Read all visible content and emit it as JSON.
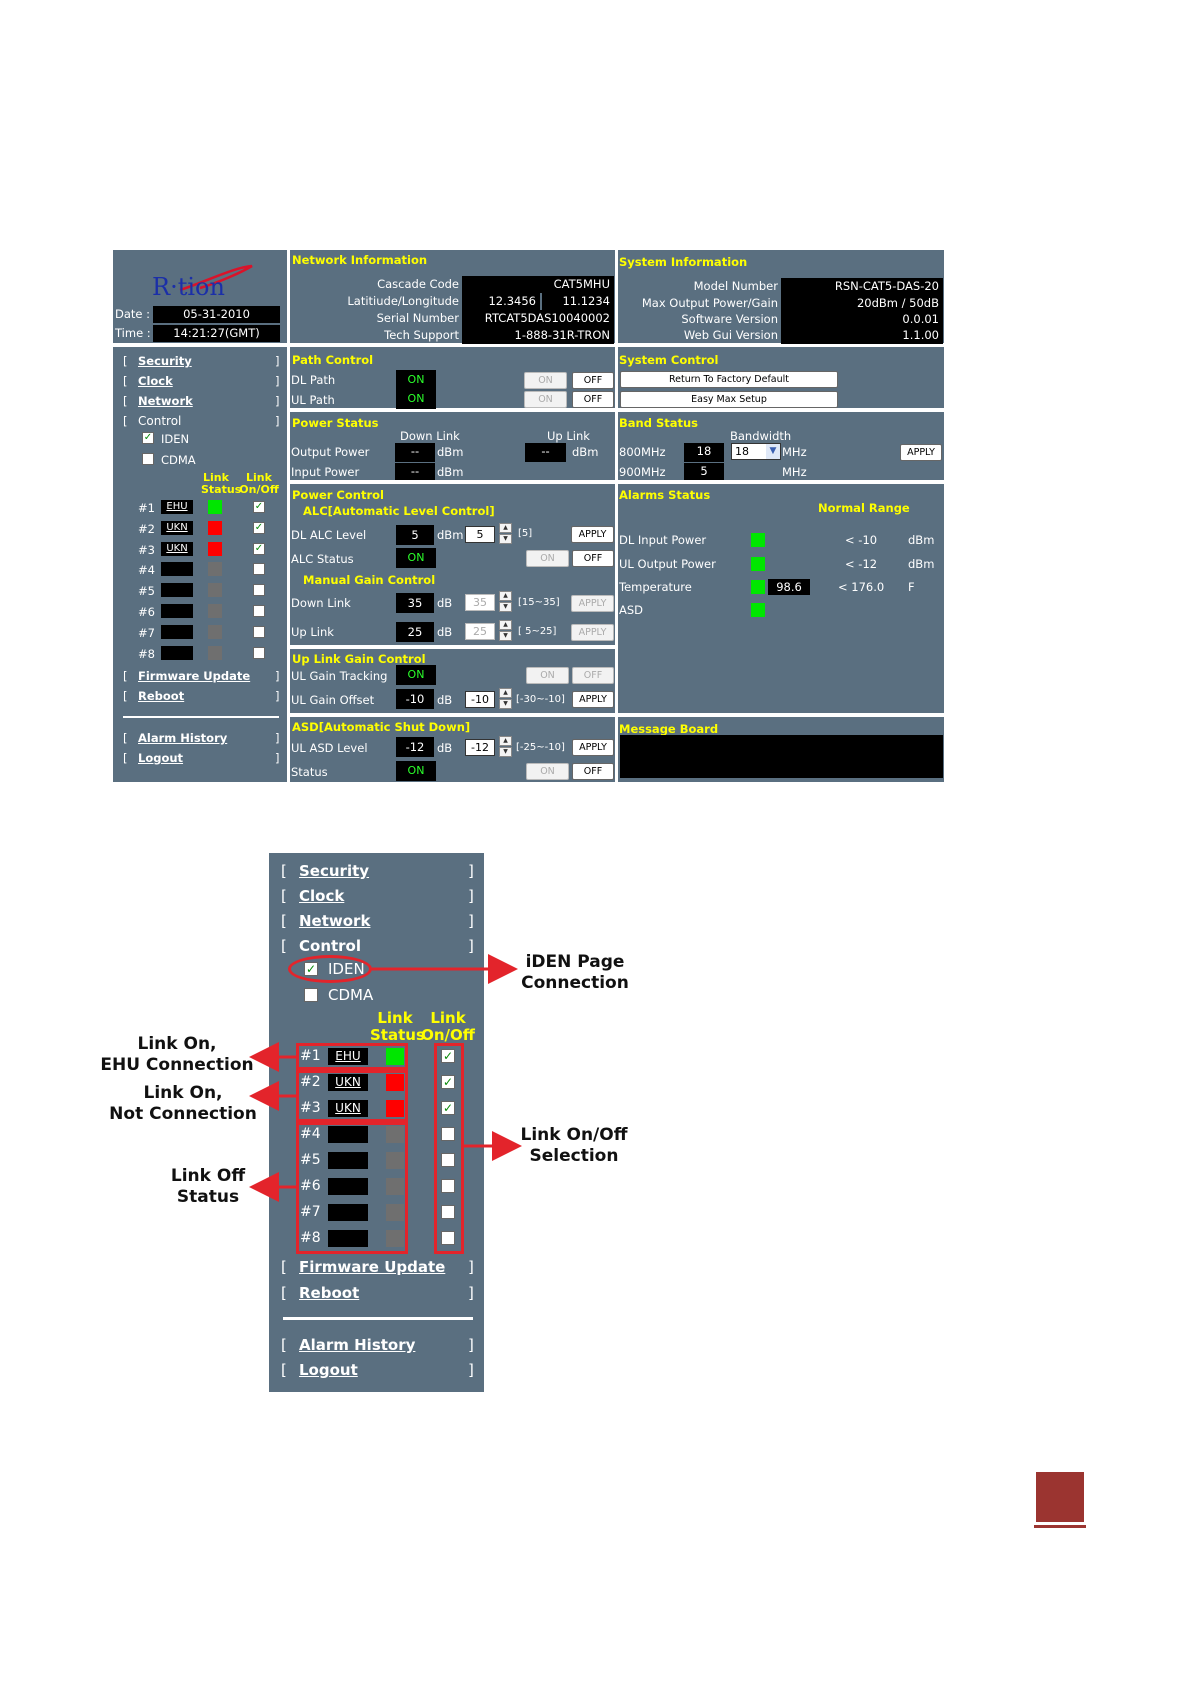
{
  "brand": {
    "logo_text": "R·tion"
  },
  "clock": {
    "date_label": "Date :",
    "date": "05-31-2010",
    "time_label": "Time :",
    "time": "14:21:27(GMT)"
  },
  "network_info": {
    "title": "Network Information",
    "cascade_label": "Cascade Code",
    "cascade": "CAT5MHU",
    "latlon_label": "Latitiude/Longitude",
    "lat": "12.3456",
    "lon": "11.1234",
    "serial_label": "Serial Number",
    "serial": "RTCAT5DAS10040002",
    "support_label": "Tech Support",
    "support": "1-888-31R-TRON"
  },
  "system_info": {
    "title": "System Information",
    "model_label": "Model Number",
    "model": "RSN-CAT5-DAS-20",
    "maxout_label": "Max Output Power/Gain",
    "maxout": "20dBm / 50dB",
    "sw_label": "Software Version",
    "sw": "0.0.01",
    "gui_label": "Web Gui Version",
    "gui": "1.1.00"
  },
  "sidebar": {
    "security": "Security",
    "clock": "Clock",
    "network": "Network",
    "control": "Control",
    "iden": "IDEN",
    "cdma": "CDMA",
    "link_status_1": "Link",
    "link_status_2": "Status",
    "link_onoff_1": "Link",
    "link_onoff_2": "On/Off",
    "links": [
      {
        "num": "#1",
        "name": "EHU",
        "status_color": "#00e600",
        "checked": true
      },
      {
        "num": "#2",
        "name": "UKN",
        "status_color": "#ff0000",
        "checked": true
      },
      {
        "num": "#3",
        "name": "UKN",
        "status_color": "#ff0000",
        "checked": true
      },
      {
        "num": "#4",
        "name": "",
        "status_color": "#6f6f6f",
        "checked": false
      },
      {
        "num": "#5",
        "name": "",
        "status_color": "#6f6f6f",
        "checked": false
      },
      {
        "num": "#6",
        "name": "",
        "status_color": "#6f6f6f",
        "checked": false
      },
      {
        "num": "#7",
        "name": "",
        "status_color": "#6f6f6f",
        "checked": false
      },
      {
        "num": "#8",
        "name": "",
        "status_color": "#6f6f6f",
        "checked": false
      }
    ],
    "firmware": "Firmware Update",
    "reboot": "Reboot",
    "alarm_history": "Alarm History",
    "logout": "Logout",
    "bracket_open": "[",
    "bracket_close": "]"
  },
  "path_control": {
    "title": "Path Control",
    "dl": "DL Path",
    "ul": "UL Path",
    "on": "ON",
    "off": "OFF"
  },
  "system_control": {
    "title": "System Control",
    "factory": "Return To Factory Default",
    "easy": "Easy Max Setup"
  },
  "power_status": {
    "title": "Power Status",
    "down": "Down Link",
    "up": "Up Link",
    "output": "Output Power",
    "input": "Input Power",
    "dash": "--",
    "unit": "dBm"
  },
  "band_status": {
    "title": "Band Status",
    "bandwidth": "Bandwidth",
    "b800": "800MHz",
    "b900": "900MHz",
    "v800": "18",
    "v900": "5",
    "select": "18",
    "unit": "MHz",
    "apply": "APPLY"
  },
  "power_control": {
    "title": "Power Control",
    "alc_title": "ALC[Automatic Level Control]",
    "dl_alc": "DL ALC Level",
    "dl_alc_val": "5",
    "dbm": "dBm",
    "dl_alc_input": "5",
    "dl_alc_range": "[5]",
    "alc_status": "ALC Status",
    "mgc_title": "Manual Gain Control",
    "down": "Down Link",
    "down_val": "35",
    "db": "dB",
    "down_input": "35",
    "down_range": "[15~35]",
    "up": "Up Link",
    "up_val": "25",
    "up_input": "25",
    "up_range": "[ 5~25]",
    "apply": "APPLY",
    "on": "ON",
    "off": "OFF"
  },
  "alarms": {
    "title": "Alarms Status",
    "normal": "Normal Range",
    "dl_input": "DL Input Power",
    "dl_range": "< -10",
    "ul_output": "UL Output Power",
    "ul_range": "< -12",
    "temp": "Temperature",
    "temp_val": "98.6",
    "temp_range": "< 176.0",
    "temp_unit": "F",
    "asd": "ASD",
    "dbm": "dBm",
    "ok_color": "#00e600"
  },
  "ul_gain": {
    "title": "Up Link Gain Control",
    "tracking": "UL Gain Tracking",
    "offset": "UL Gain Offset",
    "offset_val": "-10",
    "db": "dB",
    "offset_input": "-10",
    "range": "[-30~-10]",
    "apply": "APPLY",
    "on": "ON",
    "off": "OFF"
  },
  "asd": {
    "title": "ASD[Automatic Shut Down]",
    "level": "UL ASD Level",
    "level_val": "-12",
    "db": "dB",
    "level_input": "-12",
    "range": "[-25~-10]",
    "status": "Status",
    "apply": "APPLY",
    "on": "ON",
    "off": "OFF"
  },
  "message_board": {
    "title": "Message Board"
  },
  "callouts": {
    "iden_page": [
      "iDEN Page",
      "Connection"
    ],
    "link_on_ehu": [
      "Link On,",
      "EHU Connection"
    ],
    "link_on_not": [
      "Link On,",
      "Not Connection"
    ],
    "link_off": [
      "Link Off",
      "Status"
    ],
    "link_onoff_sel": [
      "Link On/Off",
      "Selection"
    ]
  }
}
